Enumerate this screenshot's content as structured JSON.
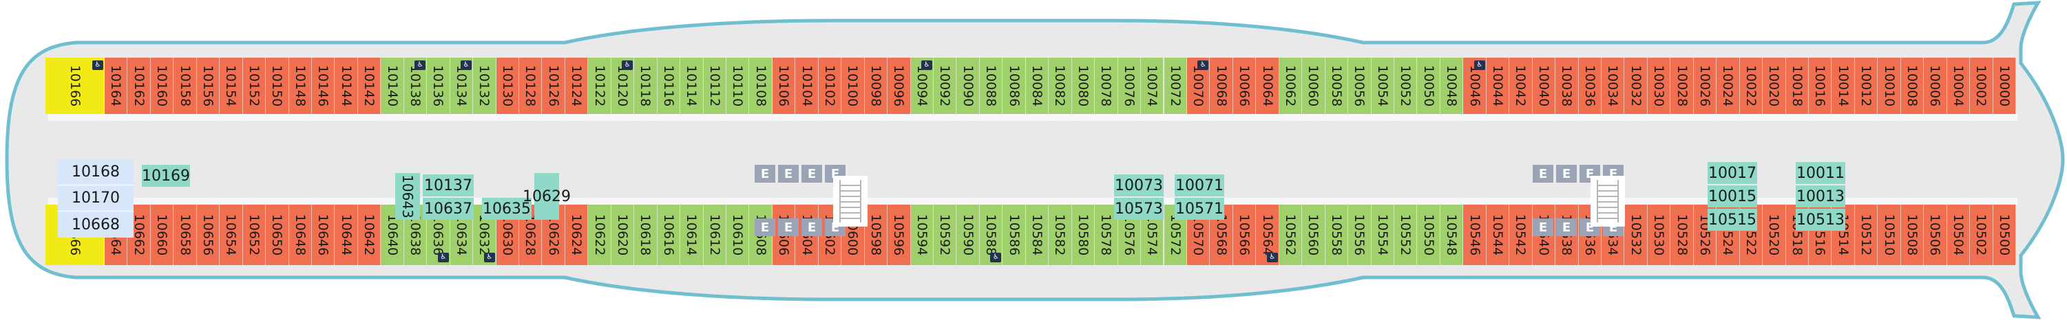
{
  "colors": {
    "hull_outline": "#6fbfd0",
    "deck_fill": "#e9e9e9",
    "cabin_orange": "#ef6f50",
    "cabin_green": "#9fd06b",
    "suite_yellow": "#f1ea14",
    "cabin_lightblue": "#d7e6f9",
    "cabin_teal": "#8fd9c8",
    "elevator_gray": "#9aa4b6",
    "badge_navy": "#23334f"
  },
  "icons": {
    "accessible": "wheelchair-icon",
    "elevator": "elevator-icon",
    "stairs": "stairs-icon"
  },
  "elevator_label": "E",
  "top_row": [
    {
      "n": "10166",
      "c": "yellow",
      "acc": true
    },
    {
      "n": "10164",
      "c": "orange"
    },
    {
      "n": "10162",
      "c": "orange"
    },
    {
      "n": "10160",
      "c": "orange"
    },
    {
      "n": "10158",
      "c": "orange"
    },
    {
      "n": "10156",
      "c": "orange"
    },
    {
      "n": "10154",
      "c": "orange"
    },
    {
      "n": "10152",
      "c": "orange"
    },
    {
      "n": "10150",
      "c": "orange"
    },
    {
      "n": "10148",
      "c": "orange"
    },
    {
      "n": "10146",
      "c": "orange"
    },
    {
      "n": "10144",
      "c": "orange"
    },
    {
      "n": "10142",
      "c": "orange"
    },
    {
      "n": "10140",
      "c": "green"
    },
    {
      "n": "10138",
      "c": "green",
      "acc": true
    },
    {
      "n": "10136",
      "c": "green"
    },
    {
      "n": "10134",
      "c": "green",
      "acc": true
    },
    {
      "n": "10132",
      "c": "green"
    },
    {
      "n": "10130",
      "c": "orange"
    },
    {
      "n": "10128",
      "c": "orange"
    },
    {
      "n": "10126",
      "c": "orange"
    },
    {
      "n": "10124",
      "c": "orange"
    },
    {
      "n": "10122",
      "c": "green"
    },
    {
      "n": "10120",
      "c": "green",
      "acc": true
    },
    {
      "n": "10118",
      "c": "green"
    },
    {
      "n": "10116",
      "c": "green"
    },
    {
      "n": "10114",
      "c": "green"
    },
    {
      "n": "10112",
      "c": "green"
    },
    {
      "n": "10110",
      "c": "green"
    },
    {
      "n": "10108",
      "c": "green"
    },
    {
      "n": "10106",
      "c": "orange"
    },
    {
      "n": "10104",
      "c": "orange"
    },
    {
      "n": "10102",
      "c": "orange"
    },
    {
      "n": "10100",
      "c": "orange"
    },
    {
      "n": "10098",
      "c": "orange"
    },
    {
      "n": "10096",
      "c": "orange"
    },
    {
      "n": "10094",
      "c": "green",
      "acc": true
    },
    {
      "n": "10092",
      "c": "green"
    },
    {
      "n": "10090",
      "c": "green"
    },
    {
      "n": "10088",
      "c": "green"
    },
    {
      "n": "10086",
      "c": "green"
    },
    {
      "n": "10084",
      "c": "green"
    },
    {
      "n": "10082",
      "c": "green"
    },
    {
      "n": "10080",
      "c": "green"
    },
    {
      "n": "10078",
      "c": "green"
    },
    {
      "n": "10076",
      "c": "green"
    },
    {
      "n": "10074",
      "c": "green"
    },
    {
      "n": "10072",
      "c": "green"
    },
    {
      "n": "10070",
      "c": "orange",
      "acc": true
    },
    {
      "n": "10068",
      "c": "orange"
    },
    {
      "n": "10066",
      "c": "orange"
    },
    {
      "n": "10064",
      "c": "orange"
    },
    {
      "n": "10062",
      "c": "green"
    },
    {
      "n": "10060",
      "c": "green"
    },
    {
      "n": "10058",
      "c": "green"
    },
    {
      "n": "10056",
      "c": "green"
    },
    {
      "n": "10054",
      "c": "green"
    },
    {
      "n": "10052",
      "c": "green"
    },
    {
      "n": "10050",
      "c": "green"
    },
    {
      "n": "10048",
      "c": "green"
    },
    {
      "n": "10046",
      "c": "orange",
      "acc": true
    },
    {
      "n": "10044",
      "c": "orange"
    },
    {
      "n": "10042",
      "c": "orange"
    },
    {
      "n": "10040",
      "c": "orange"
    },
    {
      "n": "10038",
      "c": "orange"
    },
    {
      "n": "10036",
      "c": "orange"
    },
    {
      "n": "10034",
      "c": "orange"
    },
    {
      "n": "10032",
      "c": "orange"
    },
    {
      "n": "10030",
      "c": "orange"
    },
    {
      "n": "10028",
      "c": "orange"
    },
    {
      "n": "10026",
      "c": "orange"
    },
    {
      "n": "10024",
      "c": "orange"
    },
    {
      "n": "10022",
      "c": "orange"
    },
    {
      "n": "10020",
      "c": "orange"
    },
    {
      "n": "10018",
      "c": "orange"
    },
    {
      "n": "10016",
      "c": "orange"
    },
    {
      "n": "10014",
      "c": "orange"
    },
    {
      "n": "10012",
      "c": "orange"
    },
    {
      "n": "10010",
      "c": "orange"
    },
    {
      "n": "10008",
      "c": "orange"
    },
    {
      "n": "10006",
      "c": "orange"
    },
    {
      "n": "10004",
      "c": "orange"
    },
    {
      "n": "10002",
      "c": "orange"
    },
    {
      "n": "10000",
      "c": "orange"
    }
  ],
  "bottom_row": [
    {
      "n": "10666",
      "c": "yellow"
    },
    {
      "n": "10664",
      "c": "orange"
    },
    {
      "n": "10662",
      "c": "orange"
    },
    {
      "n": "10660",
      "c": "orange"
    },
    {
      "n": "10658",
      "c": "orange"
    },
    {
      "n": "10656",
      "c": "orange"
    },
    {
      "n": "10654",
      "c": "orange"
    },
    {
      "n": "10652",
      "c": "orange"
    },
    {
      "n": "10650",
      "c": "orange"
    },
    {
      "n": "10648",
      "c": "orange"
    },
    {
      "n": "10646",
      "c": "orange"
    },
    {
      "n": "10644",
      "c": "orange"
    },
    {
      "n": "10642",
      "c": "orange"
    },
    {
      "n": "10640",
      "c": "green"
    },
    {
      "n": "10638",
      "c": "green"
    },
    {
      "n": "10636",
      "c": "green",
      "acc": true
    },
    {
      "n": "10634",
      "c": "green"
    },
    {
      "n": "10632",
      "c": "green",
      "acc": true
    },
    {
      "n": "10630",
      "c": "orange"
    },
    {
      "n": "10628",
      "c": "orange"
    },
    {
      "n": "10626",
      "c": "orange"
    },
    {
      "n": "10624",
      "c": "orange"
    },
    {
      "n": "10622",
      "c": "green"
    },
    {
      "n": "10620",
      "c": "green"
    },
    {
      "n": "10618",
      "c": "green"
    },
    {
      "n": "10616",
      "c": "green"
    },
    {
      "n": "10614",
      "c": "green"
    },
    {
      "n": "10612",
      "c": "green"
    },
    {
      "n": "10610",
      "c": "green"
    },
    {
      "n": "10608",
      "c": "green"
    },
    {
      "n": "10606",
      "c": "orange"
    },
    {
      "n": "10604",
      "c": "orange"
    },
    {
      "n": "10602",
      "c": "orange"
    },
    {
      "n": "10600",
      "c": "orange"
    },
    {
      "n": "10598",
      "c": "orange"
    },
    {
      "n": "10596",
      "c": "orange"
    },
    {
      "n": "10594",
      "c": "green"
    },
    {
      "n": "10592",
      "c": "green"
    },
    {
      "n": "10590",
      "c": "green"
    },
    {
      "n": "10588",
      "c": "green",
      "acc": true
    },
    {
      "n": "10586",
      "c": "green"
    },
    {
      "n": "10584",
      "c": "green"
    },
    {
      "n": "10582",
      "c": "green"
    },
    {
      "n": "10580",
      "c": "green"
    },
    {
      "n": "10578",
      "c": "green"
    },
    {
      "n": "10576",
      "c": "green"
    },
    {
      "n": "10574",
      "c": "green"
    },
    {
      "n": "10572",
      "c": "green"
    },
    {
      "n": "10570",
      "c": "orange"
    },
    {
      "n": "10568",
      "c": "orange"
    },
    {
      "n": "10566",
      "c": "orange"
    },
    {
      "n": "10564",
      "c": "orange",
      "acc": true
    },
    {
      "n": "10562",
      "c": "green"
    },
    {
      "n": "10560",
      "c": "green"
    },
    {
      "n": "10558",
      "c": "green"
    },
    {
      "n": "10556",
      "c": "green"
    },
    {
      "n": "10554",
      "c": "green"
    },
    {
      "n": "10552",
      "c": "green"
    },
    {
      "n": "10550",
      "c": "green"
    },
    {
      "n": "10548",
      "c": "green"
    },
    {
      "n": "10546",
      "c": "orange"
    },
    {
      "n": "10544",
      "c": "orange"
    },
    {
      "n": "10542",
      "c": "orange"
    },
    {
      "n": "10540",
      "c": "orange"
    },
    {
      "n": "10538",
      "c": "orange"
    },
    {
      "n": "10536",
      "c": "orange"
    },
    {
      "n": "10534",
      "c": "orange"
    },
    {
      "n": "10532",
      "c": "orange"
    },
    {
      "n": "10530",
      "c": "orange"
    },
    {
      "n": "10528",
      "c": "orange"
    },
    {
      "n": "10526",
      "c": "orange"
    },
    {
      "n": "10524",
      "c": "orange"
    },
    {
      "n": "10522",
      "c": "orange"
    },
    {
      "n": "10520",
      "c": "orange"
    },
    {
      "n": "10518",
      "c": "orange"
    },
    {
      "n": "10516",
      "c": "orange"
    },
    {
      "n": "10514",
      "c": "orange"
    },
    {
      "n": "10512",
      "c": "orange"
    },
    {
      "n": "10510",
      "c": "orange"
    },
    {
      "n": "10508",
      "c": "orange"
    },
    {
      "n": "10506",
      "c": "orange"
    },
    {
      "n": "10504",
      "c": "orange"
    },
    {
      "n": "10502",
      "c": "orange"
    },
    {
      "n": "10500",
      "c": "orange"
    }
  ],
  "aft_cabins": [
    "10168",
    "10170",
    "10668"
  ],
  "inner_cabins": [
    "10169",
    "10137",
    "10637",
    "10643",
    "10635",
    "10629",
    "10073",
    "10573",
    "10071",
    "10571",
    "10017",
    "10015",
    "10515",
    "10011",
    "10013",
    "10513"
  ]
}
